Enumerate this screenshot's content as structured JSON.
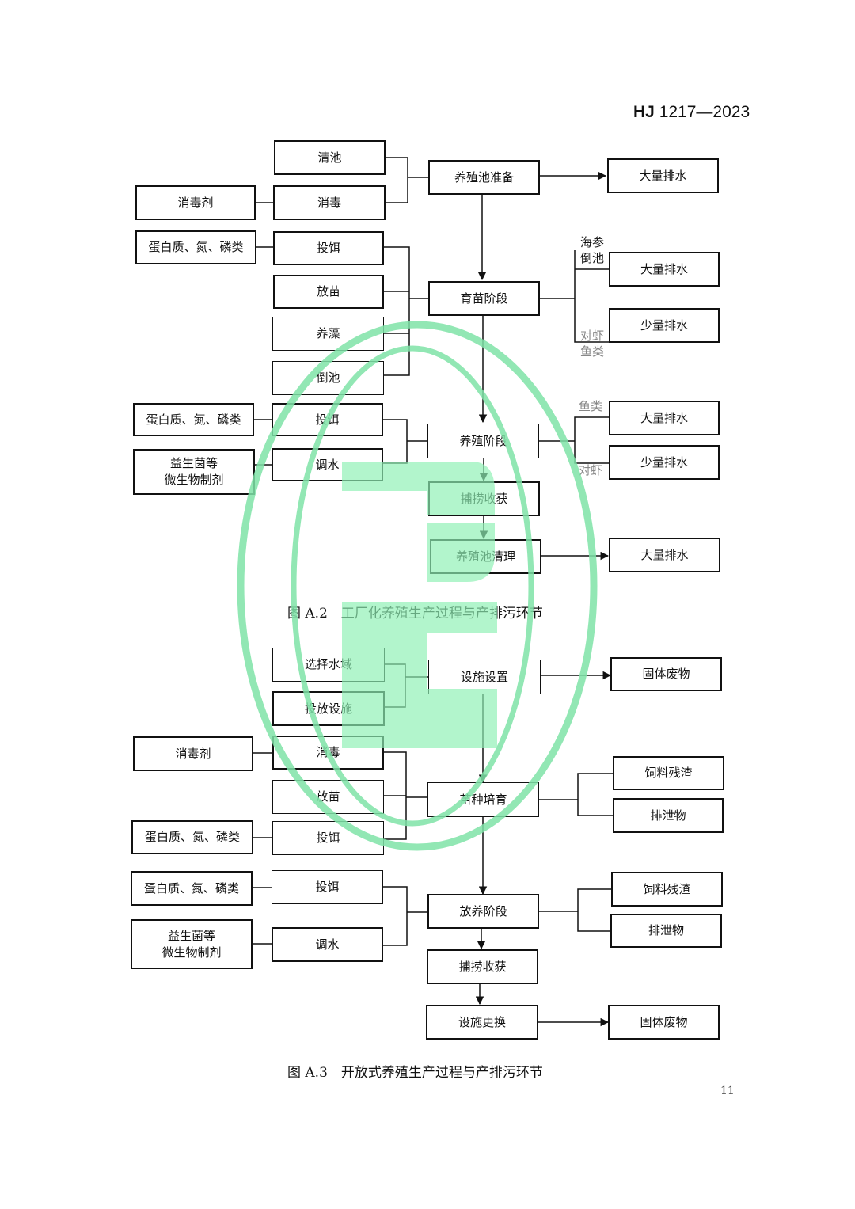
{
  "header": {
    "code": "HJ",
    "number": "1217—2023"
  },
  "fig_a2": {
    "boxes": {
      "qingchi": "清池",
      "xiaodu": "消毒",
      "xiaoduji": "消毒剂",
      "danbai1": "蛋白质、氮、磷类",
      "touer1": "投饵",
      "fangmiao": "放苗",
      "yangzao": "养藻",
      "daochi": "倒池",
      "danbai2": "蛋白质、氮、磷类",
      "touer2": "投饵",
      "yishengjun_l1": "益生菌等",
      "yishengjun_l2": "微生物制剂",
      "tiaoshui": "调水",
      "zhunbei": "养殖池准备",
      "yumiao": "育苗阶段",
      "yangzhi": "养殖阶段",
      "bulao": "捕捞收获",
      "qingli": "养殖池清理",
      "out1": "大量排水",
      "out2": "大量排水",
      "out3": "少量排水",
      "out4": "大量排水",
      "out5": "少量排水",
      "out6": "大量排水"
    },
    "labels": {
      "haishen_l1": "海参",
      "haishen_l2": "倒池",
      "duixia_l1": "对虾",
      "duixia_l2": "鱼类",
      "yulei": "鱼类",
      "duixia": "对虾"
    },
    "caption": "图 A.2　工厂化养殖生产过程与产排污环节"
  },
  "fig_a3": {
    "boxes": {
      "xuanze": "选择水域",
      "toufang": "投放设施",
      "xiaoduji": "消毒剂",
      "xiaodu": "消毒",
      "fangmiao": "放苗",
      "danbai1": "蛋白质、氮、磷类",
      "touer1": "投饵",
      "danbai2": "蛋白质、氮、磷类",
      "touer2": "投饵",
      "yishengjun_l1": "益生菌等",
      "yishengjun_l2": "微生物制剂",
      "tiaoshui": "调水",
      "sheshi": "设施设置",
      "miaozhong": "苗种培育",
      "fangyang": "放养阶段",
      "bulao": "捕捞收获",
      "genghuan": "设施更换",
      "out_gt1": "固体废物",
      "out_sl1": "饲料残渣",
      "out_px1": "排泄物",
      "out_sl2": "饲料残渣",
      "out_px2": "排泄物",
      "out_gt2": "固体废物"
    },
    "caption": "图 A.3　开放式养殖生产过程与产排污环节"
  },
  "page_number": "11",
  "colors": {
    "ink": "#111111",
    "watermark_ring": "#7fe3a8",
    "watermark_fill": "#8ef0b4"
  }
}
